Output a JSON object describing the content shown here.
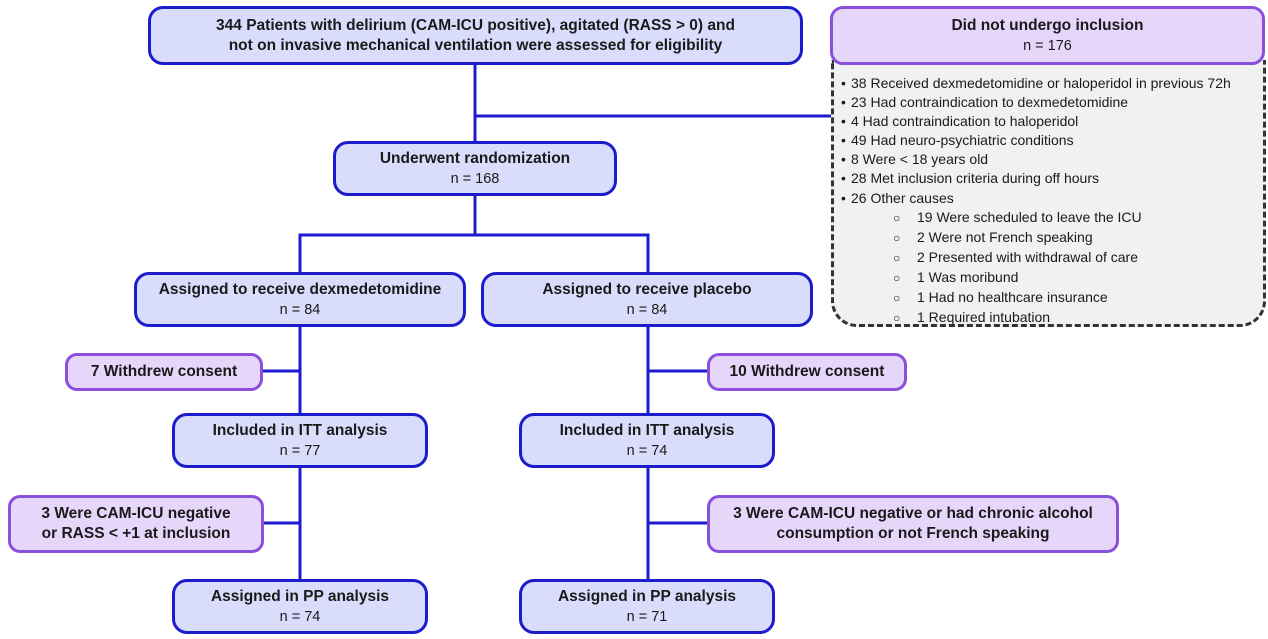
{
  "diagram": {
    "assessed": {
      "text_line1": "344 Patients with delirium (CAM-ICU positive), agitated (RASS > 0) and",
      "text_line2": "not on invasive mechanical ventilation were assessed for eligibility"
    },
    "not_included": {
      "title": "Did not undergo inclusion",
      "count": "n = 176",
      "reasons": [
        "38 Received dexmedetomidine or haloperidol in previous 72h",
        "23 Had contraindication to dexmedetomidine",
        "4 Had contraindication to haloperidol",
        "49 Had neuro-psychiatric conditions",
        "8 Were < 18 years old",
        "28 Met inclusion criteria during off hours",
        "26 Other causes"
      ],
      "other_causes": [
        "19 Were scheduled to leave the ICU",
        "2 Were not French speaking",
        "2 Presented with withdrawal of care",
        "1 Was moribund",
        "1 Had no healthcare insurance",
        "1 Required intubation"
      ]
    },
    "randomization": {
      "title": "Underwent randomization",
      "count": "n = 168"
    },
    "arms": {
      "dex": {
        "assigned_title": "Assigned to receive dexmedetomidine",
        "assigned_count": "n = 84",
        "withdrew": "7 Withdrew consent",
        "itt_title": "Included in ITT analysis",
        "itt_count": "n = 77",
        "excluded_line1": "3 Were CAM-ICU negative",
        "excluded_line2": "or RASS < +1 at inclusion",
        "pp_title": "Assigned in PP analysis",
        "pp_count": "n = 74"
      },
      "placebo": {
        "assigned_title": "Assigned to receive placebo",
        "assigned_count": "n = 84",
        "withdrew": "10 Withdrew consent",
        "itt_title": "Included in ITT analysis",
        "itt_count": "n = 74",
        "excluded_line1": "3 Were CAM-ICU negative or had chronic alcohol",
        "excluded_line2": "consumption or not French speaking",
        "pp_title": "Assigned in PP analysis",
        "pp_count": "n = 71"
      }
    },
    "colors": {
      "box_border": "#1c1ccc",
      "box_fill": "#d9ddfb",
      "exclusion_border": "#8a4fdc",
      "exclusion_fill": "#e6d7fa",
      "list_fill": "#f1f1f1"
    }
  }
}
